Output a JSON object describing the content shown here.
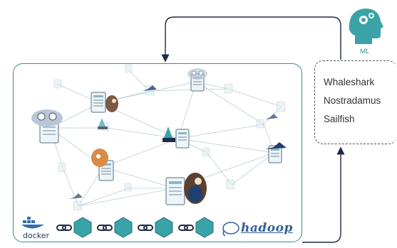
{
  "ml_panel": {
    "label": "ML",
    "items": [
      {
        "label": "Whaleshark"
      },
      {
        "label": "Nostradamus"
      },
      {
        "label": "Sailfish"
      }
    ]
  },
  "cluster": {
    "runtime_logo_text": "docker",
    "storage_logo_text": "hadoop"
  },
  "colors": {
    "accent": "#2f8f94",
    "icon_teal": "#3aa3a7",
    "arrow": "#1f2a44"
  }
}
